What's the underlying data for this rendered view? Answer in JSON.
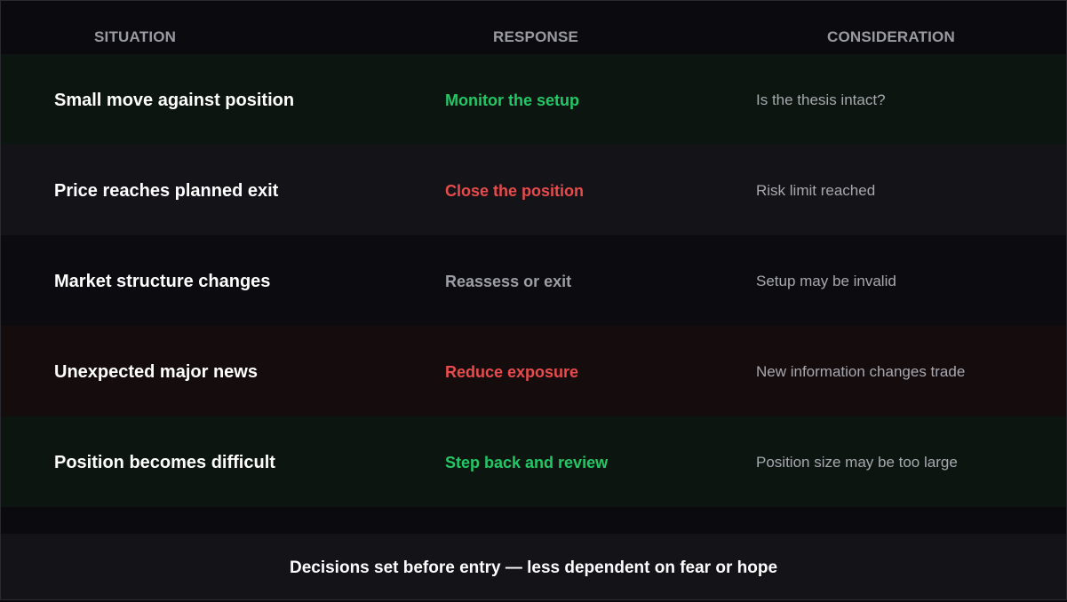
{
  "headers": {
    "situation": "SITUATION",
    "response": "RESPONSE",
    "consideration": "CONSIDERATION"
  },
  "rows": [
    {
      "situation": "Small move against position",
      "response": "Monitor the setup",
      "consideration": "Is the thesis intact?",
      "response_color": "#22c766",
      "row_bg": "#0c150f"
    },
    {
      "situation": "Price reaches planned exit",
      "response": "Close the position",
      "consideration": "Risk limit reached",
      "response_color": "#e84b4b",
      "row_bg": "#131318"
    },
    {
      "situation": "Market structure changes",
      "response": "Reassess or exit",
      "consideration": "Setup may be invalid",
      "response_color": "#9d9da5",
      "row_bg": "#0c0c10"
    },
    {
      "situation": "Unexpected major news",
      "response": "Reduce exposure",
      "consideration": "New information changes trade",
      "response_color": "#e84b4b",
      "row_bg": "#150d0d"
    },
    {
      "situation": "Position becomes difficult",
      "response": "Step back and review",
      "consideration": "Position size may be too large",
      "response_color": "#22c766",
      "row_bg": "#0c150f"
    }
  ],
  "footer": {
    "text": "Decisions set before entry — less dependent on fear or hope"
  },
  "colors": {
    "background": "#0b0b0f",
    "accent_green": "#22c766",
    "accent_red": "#e84b4b",
    "muted": "#9d9da5"
  }
}
